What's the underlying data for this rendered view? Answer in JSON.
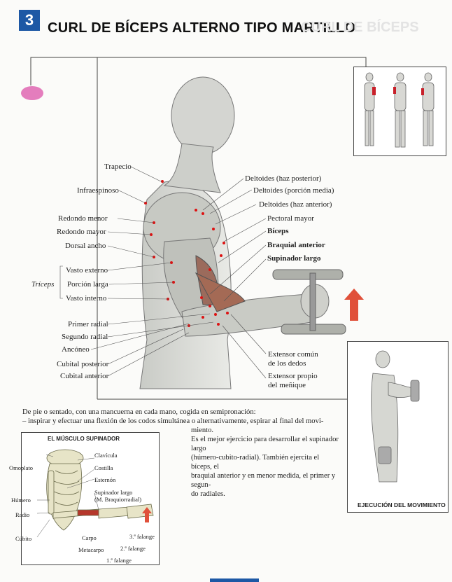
{
  "header": {
    "number": "3",
    "title": "CURL DE BÍCEPS ALTERNO TIPO MARTILLO"
  },
  "main_labels": {
    "left": [
      "Trapecio",
      "Infraespinoso",
      "Redondo menor",
      "Redondo mayor",
      "Dorsal ancho",
      "Vasto externo",
      "Porción larga",
      "Vasto interno",
      "Primer radial",
      "Segundo radial",
      "Ancóneo",
      "Cubital posterior",
      "Cubital anterior"
    ],
    "triceps": "Tríceps",
    "right": [
      "Deltoides (haz posterior)",
      "Deltoides (porción media)",
      "Deltoides (haz anterior)",
      "Pectoral mayor",
      "Bíceps",
      "Braquial anterior",
      "Supinador largo"
    ],
    "bottom_right": [
      "Extensor común",
      "de los dedos",
      "Extensor propio",
      "del meñique"
    ]
  },
  "description": {
    "line1": "De pie o sentado, con una mancuerna en cada mano, cogida en semipronación:",
    "line2": "– inspirar y efectuar una flexión de los codos simultánea o alternativamente, espirar al final del movi-",
    "line3": "miento.",
    "p2_l1": "Es el mejor ejercicio para desarrollar el supinador largo",
    "p2_l2": "(húmero-cubito-radial). También ejercita el bíceps, el",
    "p2_l3": "braquial anterior y en menor medida, el primer y segun-",
    "p2_l4": "do radiales."
  },
  "inset": {
    "title": "EL MÚSCULO SUPINADOR",
    "labels": [
      "Clavícula",
      "Costilla",
      "Esternón",
      "Supinador largo",
      "(M. Braquiorradial)",
      "Omoplato",
      "Húmero",
      "Radio",
      "Cúbito",
      "Carpo",
      "Metacarpo",
      "1.ª falange",
      "2.ª falange",
      "3.ª falange"
    ]
  },
  "execution": {
    "title": "EJECUCIÓN DEL MOVIMIENTO"
  },
  "colors": {
    "accent_blue": "#1d58a5",
    "pink": "#e47dbd",
    "arrow_red": "#e0503a"
  }
}
